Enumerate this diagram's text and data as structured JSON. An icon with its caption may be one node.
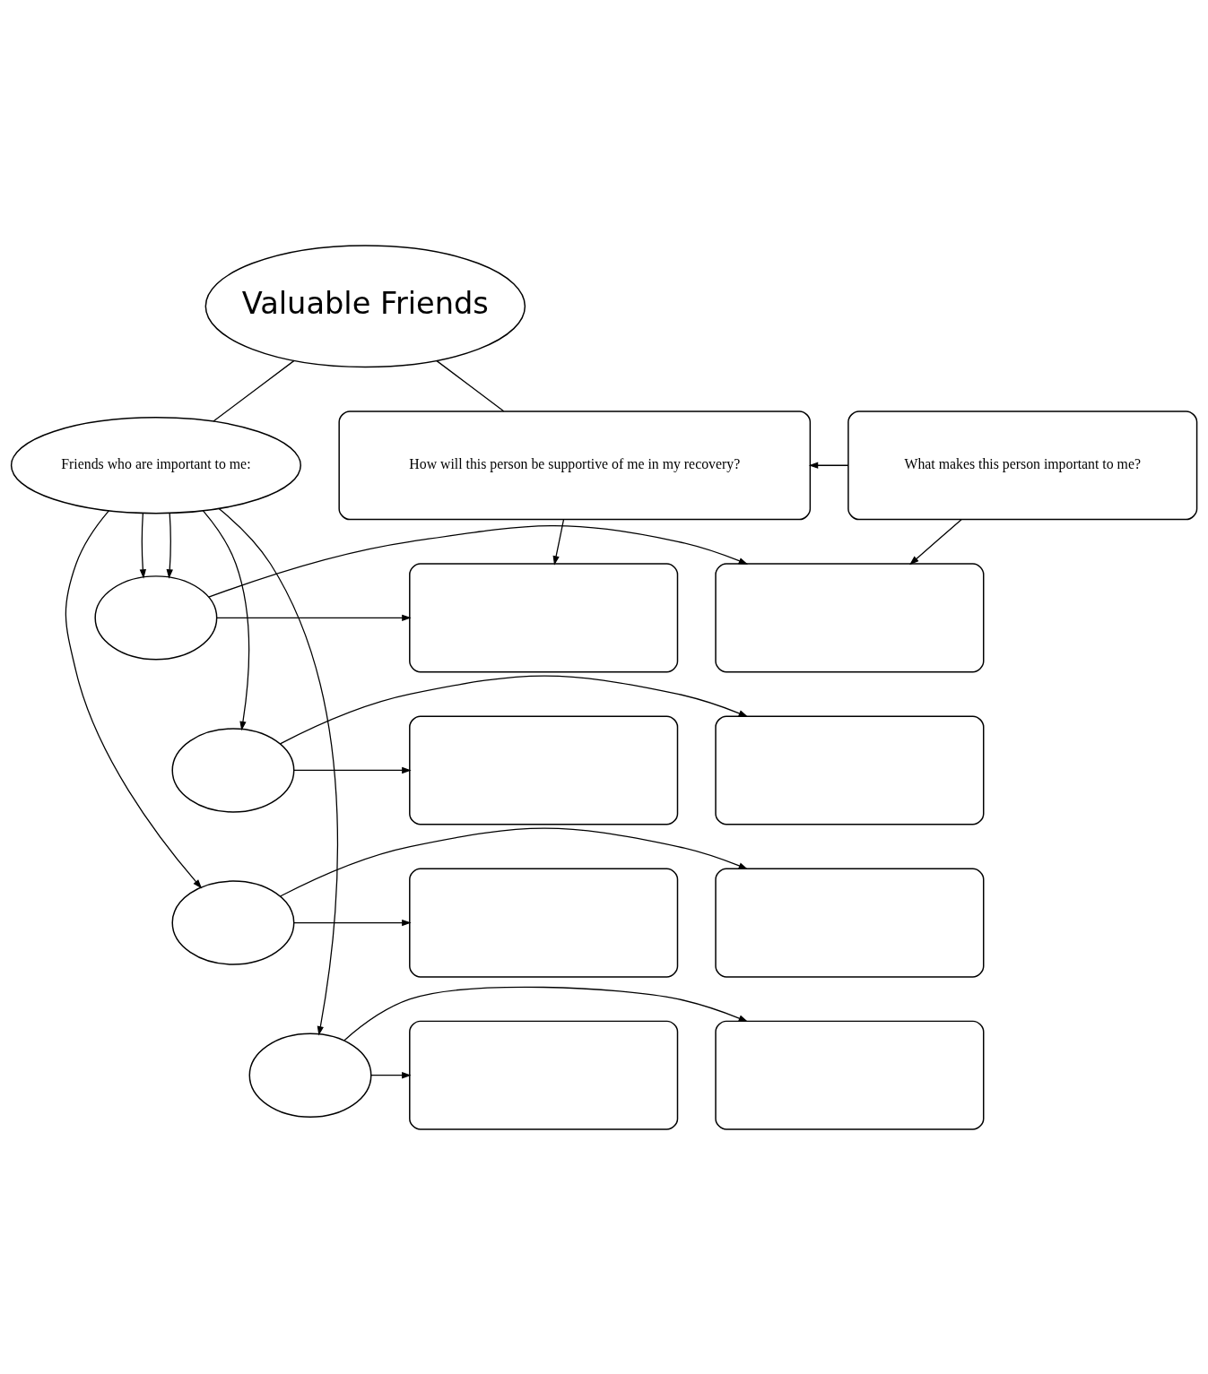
{
  "diagram": {
    "nodes": [
      {
        "text": [
          "Valuable Friends"
        ]
      },
      {
        "text": [
          "Friends who are important to me:"
        ]
      },
      {
        "text": [
          "What makes this person important to me?"
        ]
      },
      {
        "text": [
          "How will this person be supportive of me in my recovery?"
        ]
      },
      {
        "text": [],
        "shape": "ellipse"
      },
      {
        "text": [],
        "shape": "box"
      },
      {
        "text": [],
        "shape": "box"
      },
      {
        "text": [],
        "shape": "ellipse"
      },
      {
        "text": [],
        "shape": "box"
      },
      {
        "text": [],
        "shape": "box"
      },
      {
        "text": [],
        "shape": "ellipse"
      },
      {
        "text": [],
        "shape": "box"
      },
      {
        "text": [],
        "shape": "box"
      },
      {
        "text": [],
        "shape": "ellipse"
      },
      {
        "text": [],
        "shape": "box"
      },
      {
        "text": [],
        "shape": "box"
      }
    ],
    "edges": [
      {
        "from": 0,
        "to": 1,
        "arrow": "none"
      },
      {
        "from": 0,
        "to": 3,
        "arrow": "none"
      },
      {
        "from": 2,
        "to": 3,
        "arrow": "to"
      },
      {
        "from": 1,
        "to": 4,
        "arrow": "to"
      },
      {
        "from": 2,
        "to": 5,
        "arrow": "to"
      },
      {
        "from": 3,
        "to": 6,
        "arrow": "to"
      },
      {
        "from": 1,
        "to": 4,
        "arrow": "to"
      },
      {
        "from": 4,
        "to": 5,
        "arrow": "to"
      },
      {
        "from": 4,
        "to": 6,
        "arrow": "to"
      },
      {
        "from": 1,
        "to": 7,
        "arrow": "to"
      },
      {
        "from": 7,
        "to": 8,
        "arrow": "to"
      },
      {
        "from": 7,
        "to": 9,
        "arrow": "to"
      },
      {
        "from": 1,
        "to": 10,
        "arrow": "to"
      },
      {
        "from": 10,
        "to": 11,
        "arrow": "to"
      },
      {
        "from": 10,
        "to": 12,
        "arrow": "to"
      },
      {
        "from": 1,
        "to": 13,
        "arrow": "to"
      },
      {
        "from": 13,
        "to": 14,
        "arrow": "to"
      },
      {
        "from": 13,
        "to": 15,
        "arrow": "to"
      }
    ]
  }
}
